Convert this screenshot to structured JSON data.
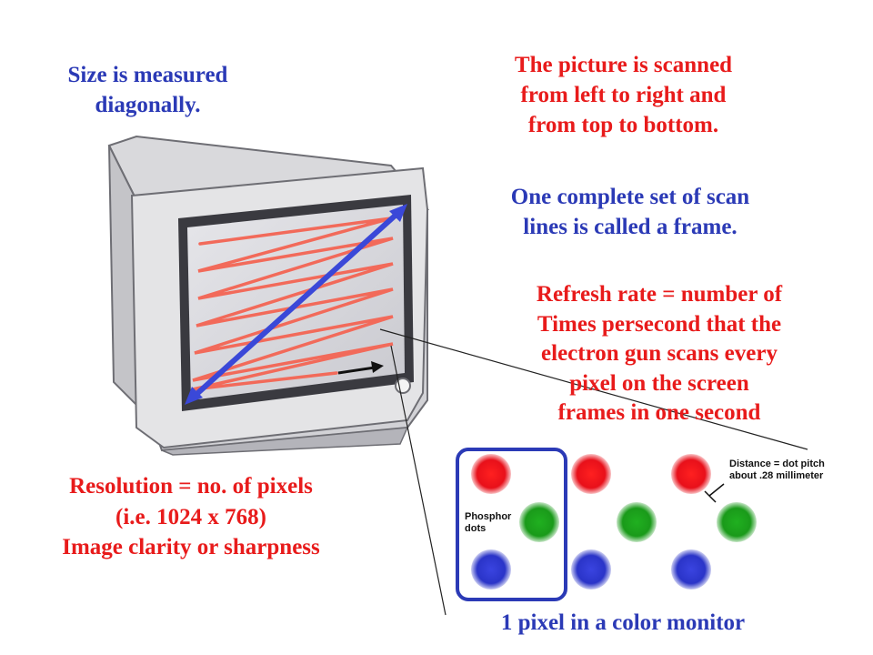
{
  "labels": {
    "size": "Size is measured\ndiagonally.",
    "scan": "The picture is scanned\nfrom left to right and\nfrom top to bottom.",
    "frame": "One complete set of scan\nlines is called a frame.",
    "refresh": "Refresh rate = number of\nTimes persecond that the\nelectron gun scans every\npixel on the screen\nframes in one second",
    "resolution": "Resolution = no. of pixels\n(i.e. 1024 x 768)\nImage clarity or sharpness",
    "pixel": "1 pixel in a color monitor",
    "phosphor": "Phosphor\ndots",
    "pitch": "Distance = dot pitch\nabout .28 millimeter"
  },
  "colors": {
    "blue_text": "#2b3ab6",
    "red_text": "#e81b1b",
    "scan_lines": "#f26a5a",
    "diagonal": "#3a48d8",
    "dot_red": "#e8101a",
    "dot_green": "#1a9a1a",
    "dot_blue": "#2a34c8",
    "pixel_box": "#2b3ab6"
  }
}
